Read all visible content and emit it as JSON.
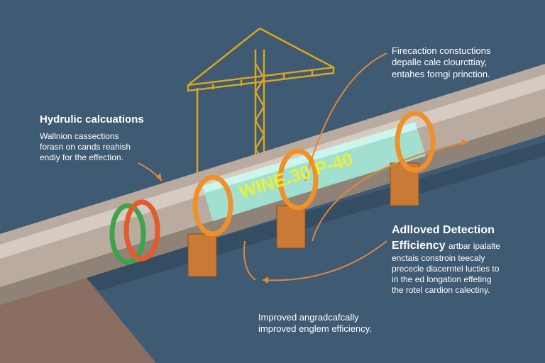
{
  "colors": {
    "background": "#3f5a73",
    "pipe": "#b9ab9f",
    "glass_section": "#9ee6d6",
    "crane": "#d9a521",
    "support": "#c97a36",
    "ring": "#f0902a",
    "arrow": "#e0873a",
    "label_text": "#e7f03a"
  },
  "pipe_label": "WINE.30 P-40",
  "callouts": {
    "left": {
      "title": "Hydrulic calcuations",
      "lines": [
        "Wallnion cassections",
        "forasn on cands reahish",
        "endiy for the effection."
      ]
    },
    "top_right": {
      "lines": [
        "Firecaction constuctions",
        "depalle cale clourcttiay,",
        "entahes forngi prinction."
      ]
    },
    "right": {
      "title_lines": [
        "Adlloved Detection",
        "Efficiency"
      ],
      "first_line_suffix": "artbar ipalalte",
      "lines": [
        "enctais constroin teecaly",
        "prececle diacerntel lucties to",
        "in the ed longation effeting",
        "the rotel cardion calectiny."
      ]
    },
    "bottom": {
      "lines": [
        "Improved angradcafcally",
        "improved englem efficiency."
      ]
    }
  },
  "icons": [
    "crane-icon",
    "arrow-icon"
  ]
}
